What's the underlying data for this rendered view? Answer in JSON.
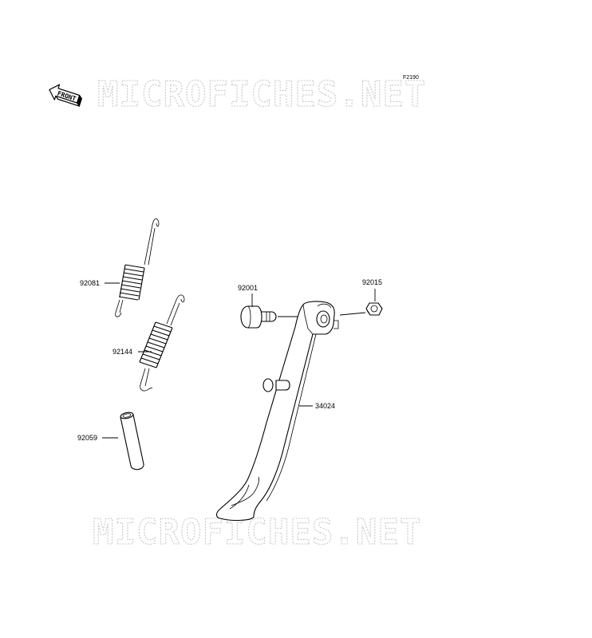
{
  "diagram": {
    "reference_code": "F2190",
    "front_label": "FRONT",
    "watermark_text": "MICROFICHES.NET",
    "parts": [
      {
        "id": "spring-upper",
        "number": "92081"
      },
      {
        "id": "spring-lower",
        "number": "92144"
      },
      {
        "id": "collar",
        "number": "92059"
      },
      {
        "id": "bolt",
        "number": "92001"
      },
      {
        "id": "nut",
        "number": "92015"
      },
      {
        "id": "side-stand",
        "number": "34024"
      }
    ]
  }
}
